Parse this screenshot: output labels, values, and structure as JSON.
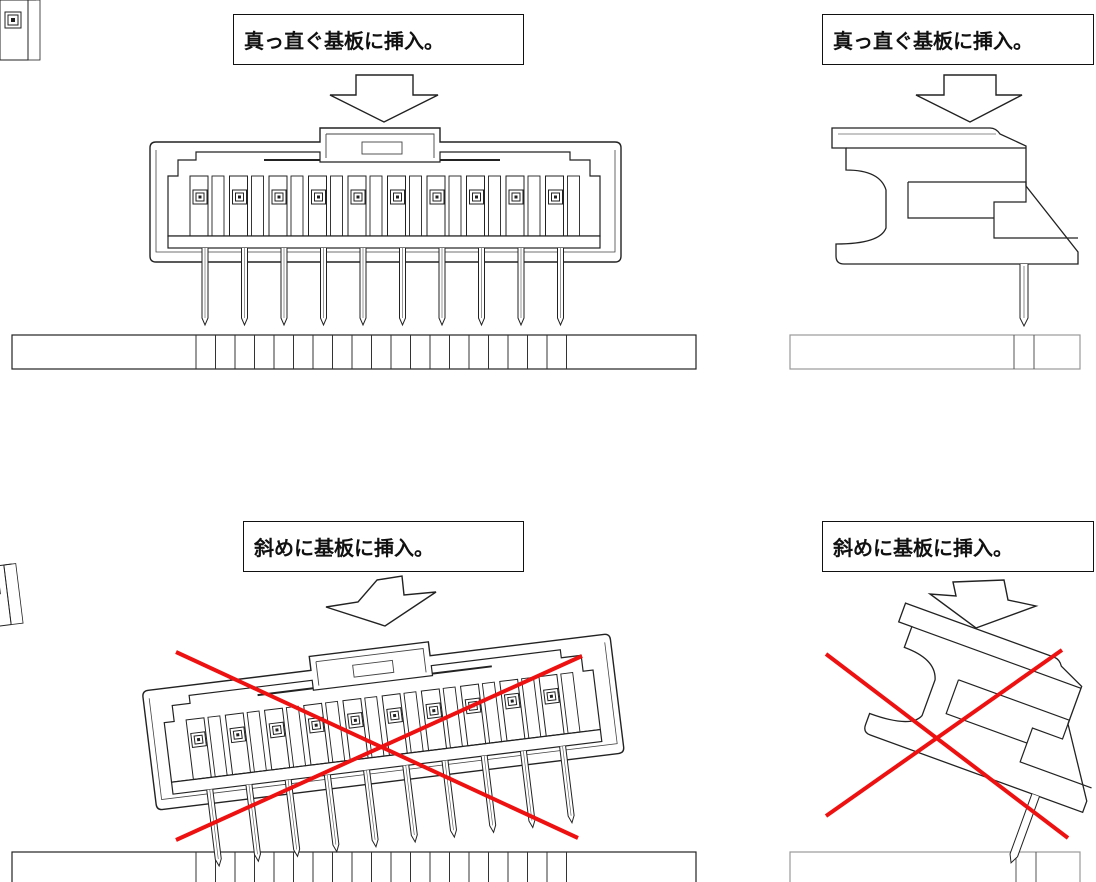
{
  "labels": {
    "top_left": "真っ直ぐ基板に挿入。",
    "top_right": "真っ直ぐ基板に挿入。",
    "bottom_left": "斜めに基板に挿入。",
    "bottom_right": "斜めに基板に挿入。"
  },
  "colors": {
    "line": "#222222",
    "cross": "#ee1111",
    "board_fill": "#ffffff"
  },
  "connector": {
    "pin_count": 10
  }
}
